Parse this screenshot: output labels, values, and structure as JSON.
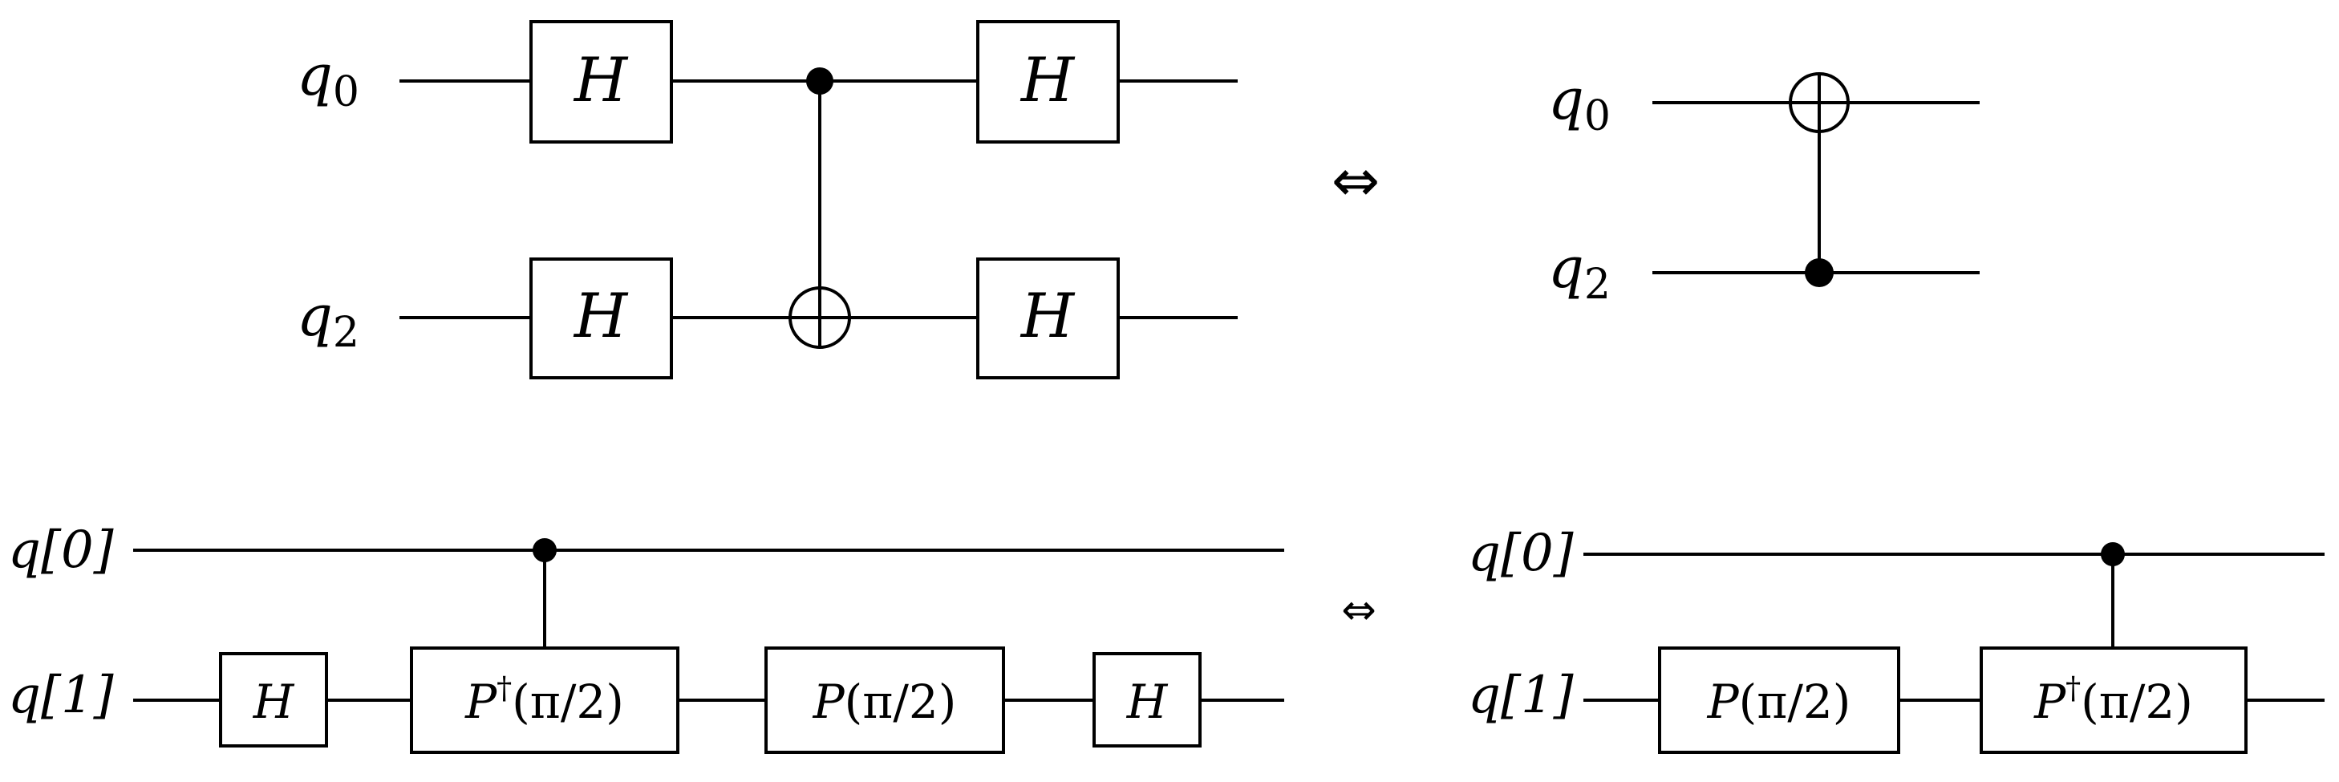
{
  "diagram1": {
    "left": {
      "labels": {
        "q_top": "q",
        "q_top_sub": "0",
        "q_bot": "q",
        "q_bot_sub": "2"
      },
      "gates": {
        "h1": "H",
        "h2": "H",
        "h3": "H",
        "h4": "H"
      }
    },
    "equiv": "⇔",
    "right": {
      "labels": {
        "q_top": "q",
        "q_top_sub": "0",
        "q_bot": "q",
        "q_bot_sub": "2"
      }
    }
  },
  "diagram2": {
    "left": {
      "labels": {
        "q_top": "q[0]",
        "q_bot": "q[1]"
      },
      "gates": {
        "h1": "H",
        "pdag_main": "P",
        "pdag_dag": "†",
        "pdag_arg": "(π/2)",
        "p_main": "P",
        "p_arg": "(π/2)",
        "h2": "H"
      }
    },
    "equiv": "⇔",
    "right": {
      "labels": {
        "q_top": "q[0]",
        "q_bot": "q[1]"
      },
      "gates": {
        "p_main": "P",
        "p_arg": "(π/2)",
        "pdag_main": "P",
        "pdag_dag": "†",
        "pdag_arg": "(π/2)"
      }
    }
  }
}
